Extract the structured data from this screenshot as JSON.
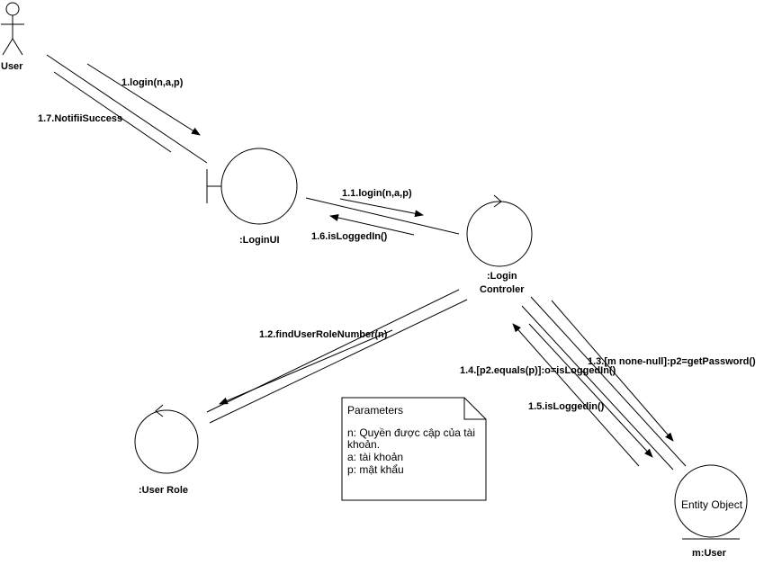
{
  "actors": {
    "user": {
      "label": "User"
    }
  },
  "objects": {
    "login_ui": {
      "label": ":LoginUI"
    },
    "login_controller": {
      "label_line1": ":Login",
      "label_line2": "Controler"
    },
    "user_role": {
      "label": ":User Role"
    },
    "m_user": {
      "label": "m:User",
      "inner_text": "Entity Object"
    }
  },
  "messages": {
    "m1": "1.login(n,a,p)",
    "m1_7": "1.7.NotifiiSuccess",
    "m1_1": "1.1.login(n,a,p)",
    "m1_6": "1.6.isLoggedIn()",
    "m1_2": "1.2.findUserRoleNumber(n)",
    "m1_3": "1.3.[m none-null]:p2=getPassword()",
    "m1_4": "1.4.[p2.equals(p)]:o=isLoggedIn()",
    "m1_5": "1.5.isLoggedin()"
  },
  "note": {
    "title": "Parameters",
    "line1": "n: Quyền được cập của tài",
    "line2": "khoản.",
    "line3": "a: tài khoản",
    "line4": "p: mật khẩu"
  }
}
